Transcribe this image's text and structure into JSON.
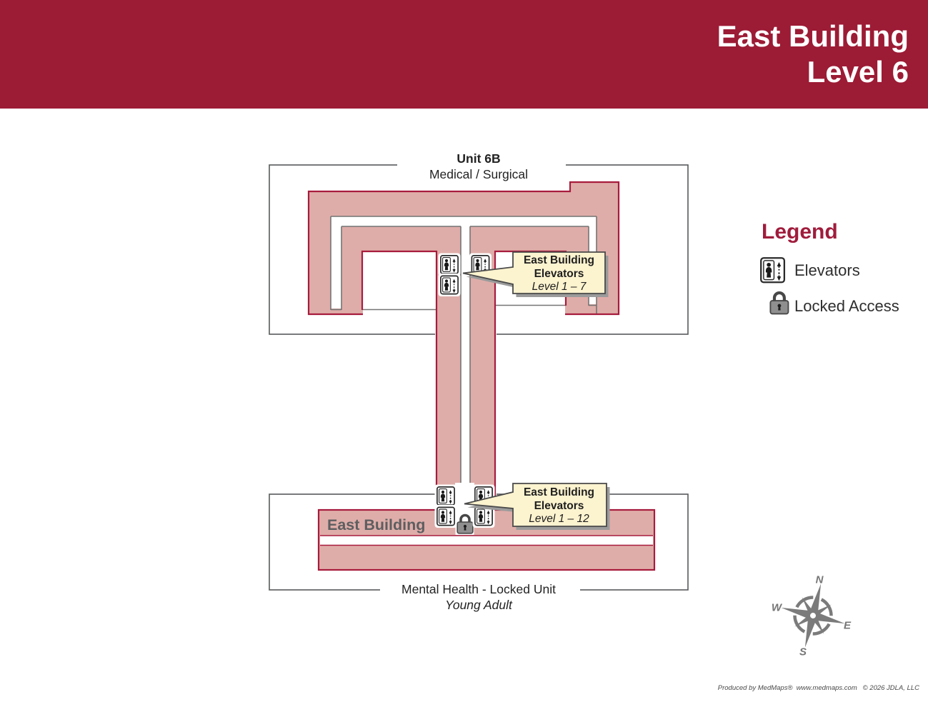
{
  "header": {
    "title_line1": "East Building",
    "title_line2": "Level 6",
    "bg_color": "#9C1B35"
  },
  "colors": {
    "corridor_fill": "#DFADA9",
    "corridor_outline": "#A71C3D",
    "box_border": "#58595B",
    "callout_bg": "#FCF3CF",
    "legend_accent": "#A01C3C",
    "compass_gray": "#7b7b7b"
  },
  "map": {
    "unit_top": {
      "name": "Unit 6B",
      "subtitle": "Medical / Surgical"
    },
    "unit_bottom": {
      "building_label": "East Building",
      "label": "Mental Health - Locked Unit",
      "sublabel": "Young Adult"
    },
    "callouts": [
      {
        "line1": "East Building",
        "line2": "Elevators",
        "line3": "Level 1 – 7"
      },
      {
        "line1": "East Building",
        "line2": "Elevators",
        "line3": "Level 1 – 12"
      }
    ]
  },
  "legend": {
    "title": "Legend",
    "items": [
      {
        "icon": "elevator-icon",
        "label": "Elevators"
      },
      {
        "icon": "lock-icon",
        "label": "Locked Access"
      }
    ]
  },
  "compass": {
    "n": "N",
    "s": "S",
    "e": "E",
    "w": "W"
  },
  "footer": {
    "credit": "Produced by MedMaps®  www.medmaps.com   © 2026 JDLA, LLC"
  }
}
